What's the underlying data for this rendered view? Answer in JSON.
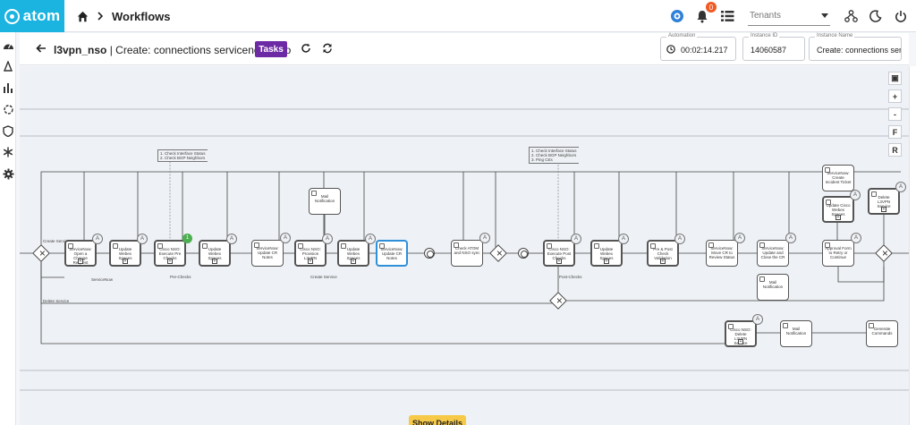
{
  "app": {
    "brand": "atom",
    "breadcrumb": "Workflows"
  },
  "topbar": {
    "notifications_count": "0",
    "tenant_placeholder": "Tenants"
  },
  "header": {
    "workflow_name": "l3vpn_nso",
    "workflow_action": "| Create: connections servicenow_nso",
    "tasks_label": "Tasks",
    "automation_label": "Automation",
    "automation_value": "00:02:14.217",
    "instance_id_label": "Instance ID",
    "instance_id_value": "14060587",
    "instance_name_label": "Instance Name",
    "instance_name_value": "Create: connections servicenow"
  },
  "zoom_controls": [
    "▣",
    "+",
    "-",
    "F",
    "R"
  ],
  "diagram": {
    "notes": {
      "note1": "1. Check Interface Status\n2. Check BGP Neighbors",
      "note2": "1. Check Interface Status\n2. Check BGP Neighbors\n3. Ping CEs"
    },
    "labels": {
      "create_service": "Create Service",
      "servicenow": "ServiceNow",
      "pre_checks": "Pre-Checks",
      "create_service2": "Create Service",
      "post_checks": "Post-Checks",
      "delete_service": "Delete Service"
    },
    "tasks": {
      "t1": "ServiceNow: Open a Change Request",
      "t2": "Update Webex Spaces",
      "t3": "Cisco NSO: Execute Pre Checks",
      "t4": "Update Webex Spaces",
      "t5": "ServiceNow: Update CR Notes",
      "t6": "Cisco NSO: Provision L3VPN",
      "t7": "Update Webex Spaces",
      "t8": "ServiceNow: Update CR Notes",
      "t9": "Check ATOM and NSO sync",
      "t10": "Cisco NSO: Execute Post Checks",
      "t11": "Update Webex Spaces",
      "t12": "Pre & Post Check Validation",
      "t13": "ServiceNow: Move CR to Review Status",
      "t14": "ServiceNow: Update and Close the CR",
      "t15": "Mail Notification",
      "t16": "ServiceNow: Create Incident Ticket",
      "t17": "Update Cisco Webex Spaces",
      "t18": "Approval Form to Retry or Continue",
      "t19": "Delete L3VPN Service",
      "t20": "Mail Notification",
      "t21": "Cisco NSO: Delete L3VPN Service",
      "t22": "Mail Notification",
      "t23": "Generate Commands"
    },
    "pre_checks_badge": "1"
  },
  "footer": {
    "show_details_label": "Show Details"
  }
}
